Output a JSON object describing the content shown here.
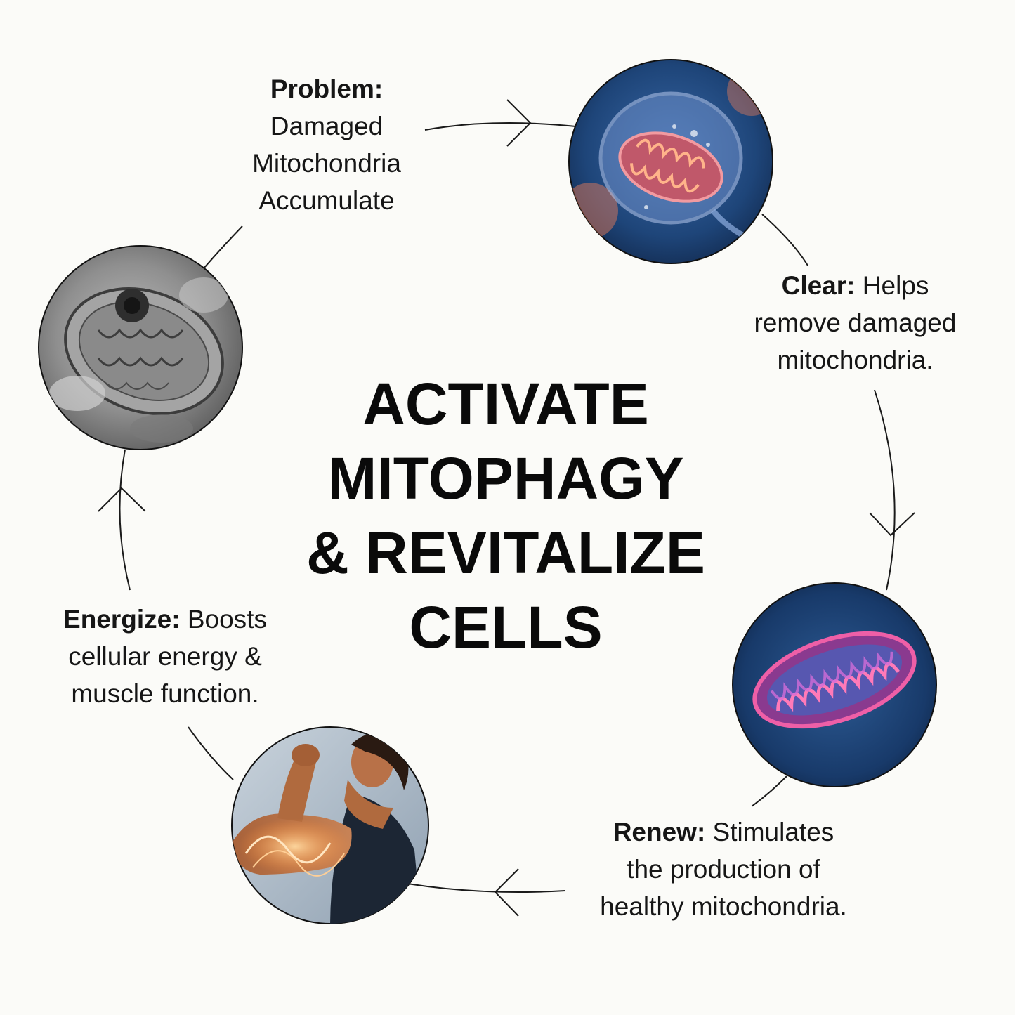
{
  "title": {
    "line1": "ACTIVATE",
    "line2": "MITOPHAGY",
    "line3": "& REVITALIZE",
    "line4": "CELLS"
  },
  "steps": {
    "problem": {
      "heading": "Problem:",
      "line1": "Damaged",
      "line2": "Mitochondria",
      "line3": "Accumulate"
    },
    "clear": {
      "heading": "Clear:",
      "line1_rest": " Helps",
      "line2": "remove damaged",
      "line3": "mitochondria."
    },
    "renew": {
      "heading": "Renew:",
      "line1_rest": " Stimulates",
      "line2": "the production of",
      "line3": "healthy mitochondria."
    },
    "energize": {
      "heading": "Energize:",
      "line1_rest": " Boosts",
      "line2": "cellular energy &",
      "line3": "muscle function."
    }
  },
  "images": {
    "top": "damaged-cell-micrograph",
    "right_top": "cell-with-mitochondrion",
    "right_bottom": "healthy-mitochondrion",
    "bottom": "flexing-arm-athlete"
  },
  "colors": {
    "line": "#1a1a1a",
    "blue_bg": "#1d3f73",
    "mito_pink": "#d84a8a",
    "mito_orange": "#e8743a"
  }
}
